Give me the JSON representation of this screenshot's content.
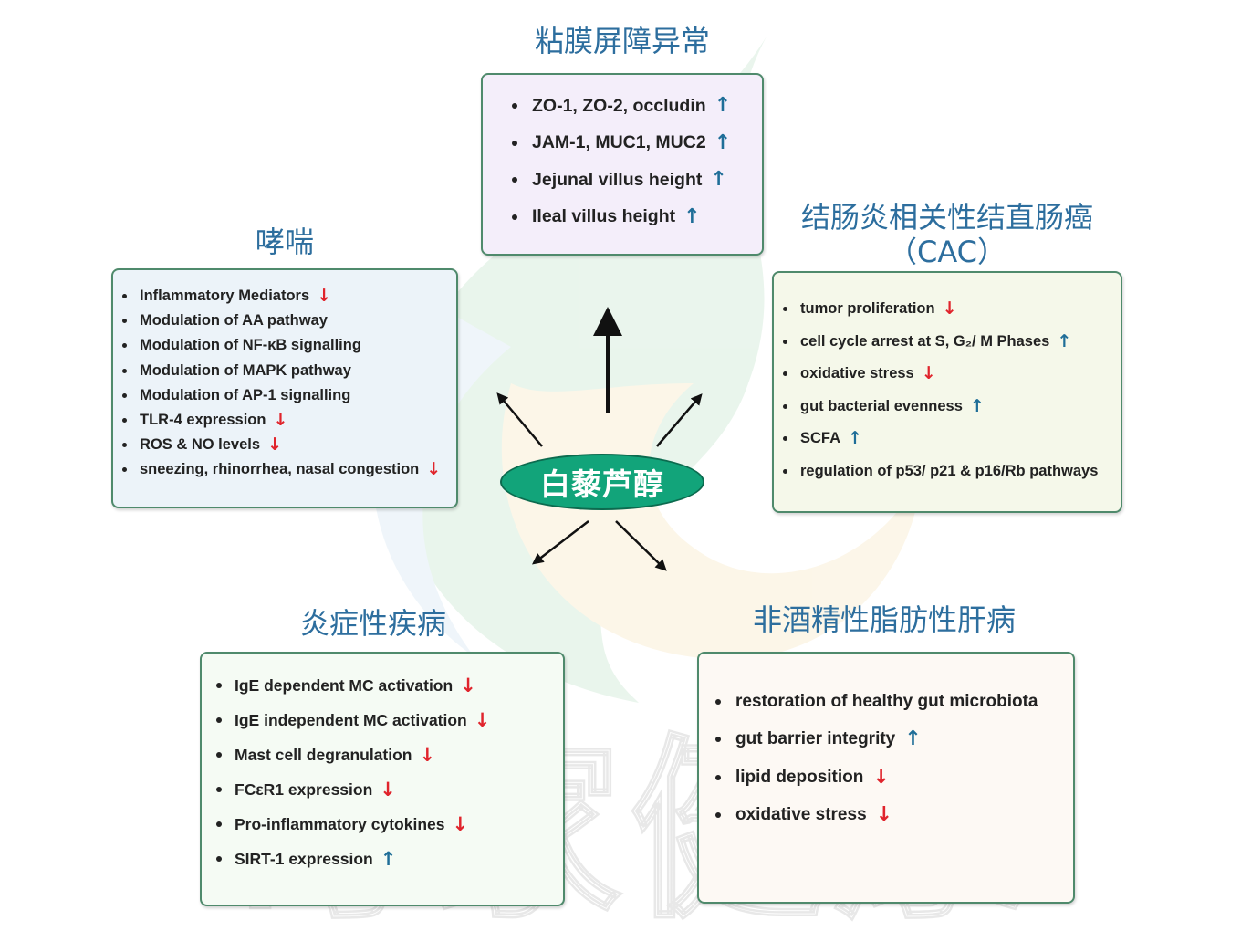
{
  "center": {
    "label": "白藜芦醇"
  },
  "watermark": {
    "text": "奇家健康"
  },
  "mucosal": {
    "title": "粘膜屏障异常",
    "items": [
      {
        "text": "ZO-1, ZO-2, occludin",
        "arrow": "↑"
      },
      {
        "text": "JAM-1, MUC1, MUC2",
        "arrow": "↑"
      },
      {
        "text": "Jejunal villus height",
        "arrow": "↑"
      },
      {
        "text": "Ileal villus height",
        "arrow": "↑"
      }
    ]
  },
  "asthma": {
    "title": "哮喘",
    "items": [
      {
        "text": "Inflammatory Mediators",
        "arrow": "↓"
      },
      {
        "text": "Modulation of AA pathway",
        "arrow": ""
      },
      {
        "text": "Modulation of NF-κB signalling",
        "arrow": ""
      },
      {
        "text": "Modulation of MAPK pathway",
        "arrow": ""
      },
      {
        "text": "Modulation of AP-1 signalling",
        "arrow": ""
      },
      {
        "text": "TLR-4 expression",
        "arrow": "↓"
      },
      {
        "text": "ROS & NO levels",
        "arrow": "↓"
      },
      {
        "text": "sneezing, rhinorrhea, nasal congestion",
        "arrow": "↓"
      }
    ]
  },
  "cac": {
    "title": "结肠炎相关性结直肠癌",
    "title2": "（CAC）",
    "items": [
      {
        "text": "tumor proliferation",
        "arrow": "↓"
      },
      {
        "text": "cell cycle arrest at S, G₂/ M Phases",
        "arrow": "↑"
      },
      {
        "text": "oxidative stress",
        "arrow": "↓"
      },
      {
        "text": "gut bacterial evenness",
        "arrow": "↑"
      },
      {
        "text": "SCFA",
        "arrow": "↑"
      },
      {
        "text": "regulation of p53/ p21 & p16/Rb pathways",
        "arrow": ""
      }
    ]
  },
  "inflammatory": {
    "title": "炎症性疾病",
    "items": [
      {
        "text": "IgE dependent MC activation",
        "arrow": "↓"
      },
      {
        "text": "IgE independent MC activation",
        "arrow": "↓"
      },
      {
        "text": "Mast cell degranulation",
        "arrow": "↓"
      },
      {
        "text": "FCεR1 expression",
        "arrow": "↓"
      },
      {
        "text": "Pro-inflammatory cytokines",
        "arrow": "↓"
      },
      {
        "text": "SIRT-1 expression",
        "arrow": "↑"
      }
    ]
  },
  "nafld": {
    "title": "非酒精性脂肪性肝病",
    "items": [
      {
        "text": "restoration  of healthy gut microbiota",
        "arrow": ""
      },
      {
        "text": "gut barrier integrity",
        "arrow": "↑"
      },
      {
        "text": "lipid deposition",
        "arrow": "↓"
      },
      {
        "text": "oxidative stress",
        "arrow": "↓"
      }
    ]
  },
  "colors": {
    "up": "#1f6e98",
    "down": "#e0242c",
    "title": "#2d6e9e",
    "center": "#12a47a",
    "border": "#4f8a6c"
  }
}
